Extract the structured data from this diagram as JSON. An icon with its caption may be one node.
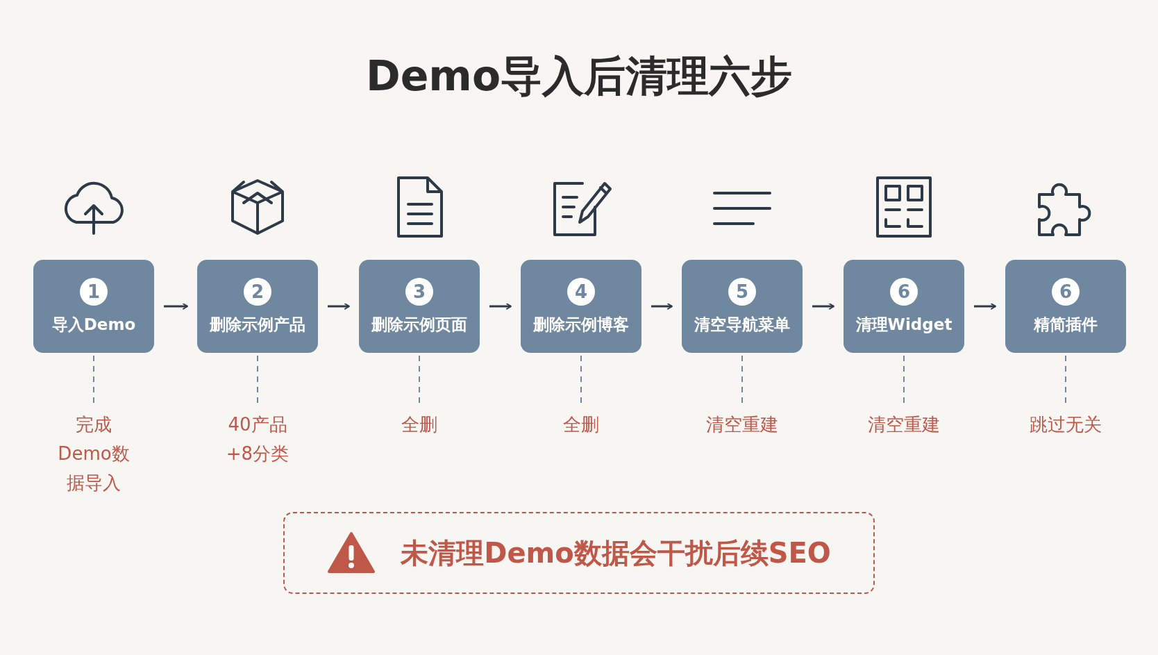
{
  "diagram": {
    "title": "Demo导入后清理六步",
    "nodes": [
      {
        "text": [
          "1",
          "导入Demo"
        ]
      },
      {
        "text": [
          "2",
          "删除示例产品"
        ]
      },
      {
        "text": [
          "3",
          "删除示例页面"
        ]
      },
      {
        "text": [
          "4",
          "删除示例博客"
        ]
      },
      {
        "text": [
          "5",
          "清空导航菜单"
        ]
      },
      {
        "text": [
          "6",
          "清理Widget"
        ]
      },
      {
        "text": [
          "6",
          "精简插件"
        ]
      },
      {
        "text": [
          "完成Demo数据导入"
        ]
      },
      {
        "text": [
          "40产品+8分类"
        ]
      },
      {
        "text": [
          "全删"
        ]
      },
      {
        "text": [
          "全删"
        ]
      },
      {
        "text": [
          "清空重建"
        ]
      },
      {
        "text": [
          "清空重建"
        ]
      },
      {
        "text": [
          "跳过无关"
        ]
      },
      {
        "text": [
          "未清理Demo数据会干扰后续SEO"
        ]
      }
    ],
    "edges": [
      {
        "from": 0,
        "to": 1,
        "arrow": "to"
      },
      {
        "from": 1,
        "to": 2,
        "arrow": "to"
      },
      {
        "from": 2,
        "to": 3,
        "arrow": "to"
      },
      {
        "from": 3,
        "to": 4,
        "arrow": "to"
      },
      {
        "from": 4,
        "to": 5,
        "arrow": "to"
      },
      {
        "from": 5,
        "to": 6,
        "arrow": "to"
      },
      {
        "from": 0,
        "to": 7,
        "arrow": "none",
        "style": "dashed",
        "color": "#6f879f"
      },
      {
        "from": 1,
        "to": 8,
        "arrow": "none",
        "style": "dashed",
        "color": "#6f879f"
      },
      {
        "from": 2,
        "to": 9,
        "arrow": "none",
        "style": "dashed",
        "color": "#6f879f"
      },
      {
        "from": 3,
        "to": 10,
        "arrow": "none",
        "style": "dashed",
        "color": "#6f879f"
      },
      {
        "from": 4,
        "to": 11,
        "arrow": "none",
        "style": "dashed",
        "color": "#6f879f"
      },
      {
        "from": 5,
        "to": 12,
        "arrow": "none",
        "style": "dashed",
        "color": "#6f879f"
      },
      {
        "from": 6,
        "to": 13,
        "arrow": "none",
        "style": "dashed",
        "color": "#6f879f"
      }
    ]
  }
}
